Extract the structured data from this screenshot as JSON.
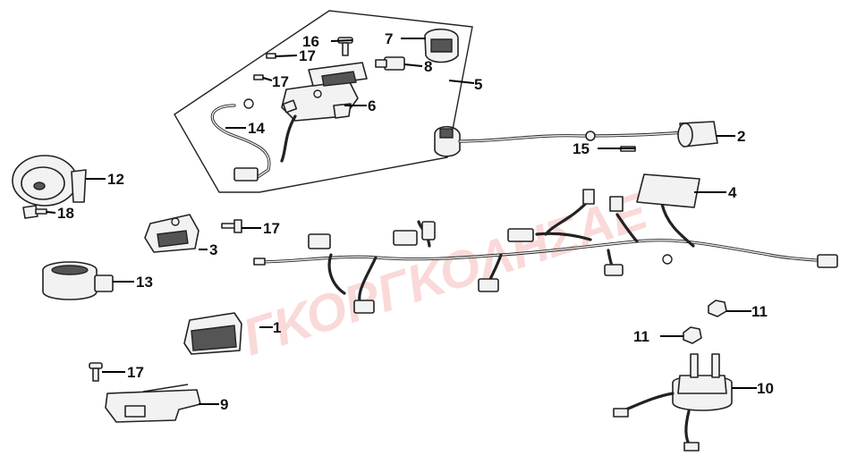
{
  "watermark": "ΓΚΟΡΓΚΟΛΗΣ",
  "watermark_suffix": "ΑΕ",
  "callouts": {
    "c1": "1",
    "c2": "2",
    "c3": "3",
    "c4": "4",
    "c5": "5",
    "c6": "6",
    "c7": "7",
    "c8": "8",
    "c9": "9",
    "c10": "10",
    "c11a": "11",
    "c11b": "11",
    "c12": "12",
    "c13": "13",
    "c14": "14",
    "c15": "15",
    "c16": "16",
    "c17a": "17",
    "c17b": "17",
    "c17c": "17",
    "c17d": "17",
    "c18": "18"
  }
}
